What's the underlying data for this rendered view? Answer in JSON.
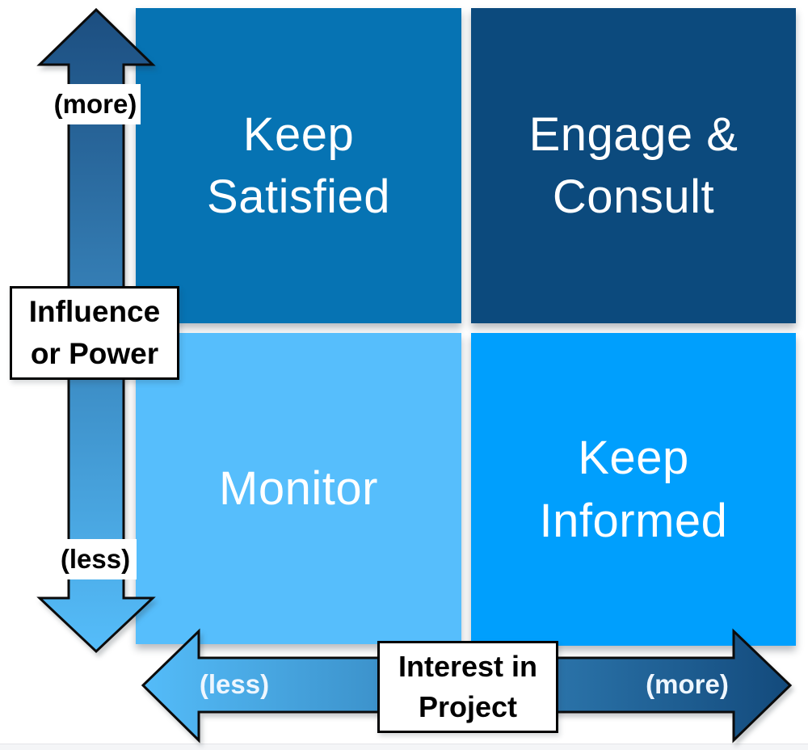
{
  "matrix": {
    "quadrants": [
      {
        "name": "keep-satisfied",
        "label": "Keep\nSatisfied",
        "color": "#0673B3"
      },
      {
        "name": "engage-consult",
        "label": "Engage &\nConsult",
        "color": "#0C4A7D"
      },
      {
        "name": "monitor",
        "label": "Monitor",
        "color": "#56BEFC"
      },
      {
        "name": "keep-informed",
        "label": "Keep\nInformed",
        "color": "#009FFD"
      }
    ]
  },
  "y_axis": {
    "label": "Influence\nor Power",
    "top_tick": "(more)",
    "bottom_tick": "(less)",
    "gradient_top": "#1C4E80",
    "gradient_bottom": "#55BDFA"
  },
  "x_axis": {
    "label": "Interest in\nProject",
    "left_tick": "(less)",
    "right_tick": "(more)",
    "gradient_left": "#54BCF9",
    "gradient_right": "#134A7C"
  }
}
